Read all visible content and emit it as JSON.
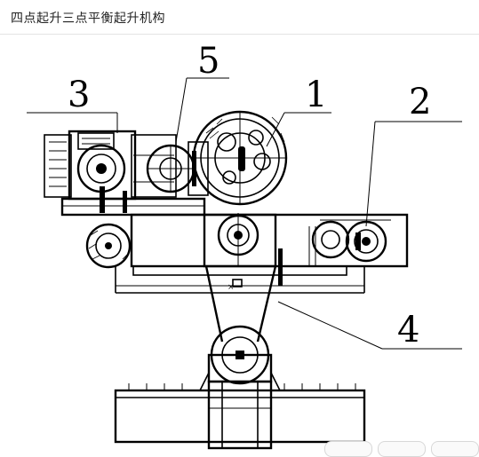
{
  "header": {
    "title": "四点起升三点平衡起升机构"
  },
  "diagram": {
    "callouts": [
      "1",
      "2",
      "3",
      "4",
      "5"
    ]
  }
}
